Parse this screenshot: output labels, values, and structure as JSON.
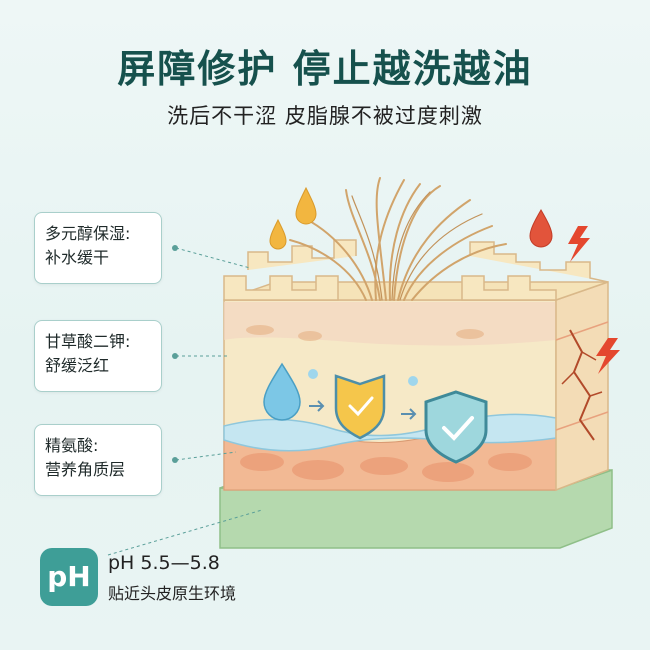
{
  "header": {
    "title": "屏障修护 停止越洗越油",
    "subtitle": "洗后不干涩 皮脂腺不被过度刺激"
  },
  "cards": [
    {
      "line1": "多元醇保湿:",
      "line2": "补水缓干"
    },
    {
      "line1": "甘草酸二钾:",
      "line2": "舒缓泛红"
    },
    {
      "line1": "精氨酸:",
      "line2": "营养角质层"
    }
  ],
  "ph": {
    "badge": "pH",
    "value": "pH 5.5—5.8",
    "description": "贴近头皮原生环境"
  },
  "illustration": {
    "icons": [
      "oil-drop-icon",
      "water-drop-icon",
      "shield-check-icon",
      "lightning-icon"
    ],
    "colors": {
      "title": "#16514d",
      "accent": "#3e9e97",
      "card_border": "#a9cfcb",
      "base_layer": "#b9dcb3",
      "water_band": "#bfe3ef",
      "top_layer": "#f3deb0",
      "deep_layer": "#f0b48f"
    }
  }
}
